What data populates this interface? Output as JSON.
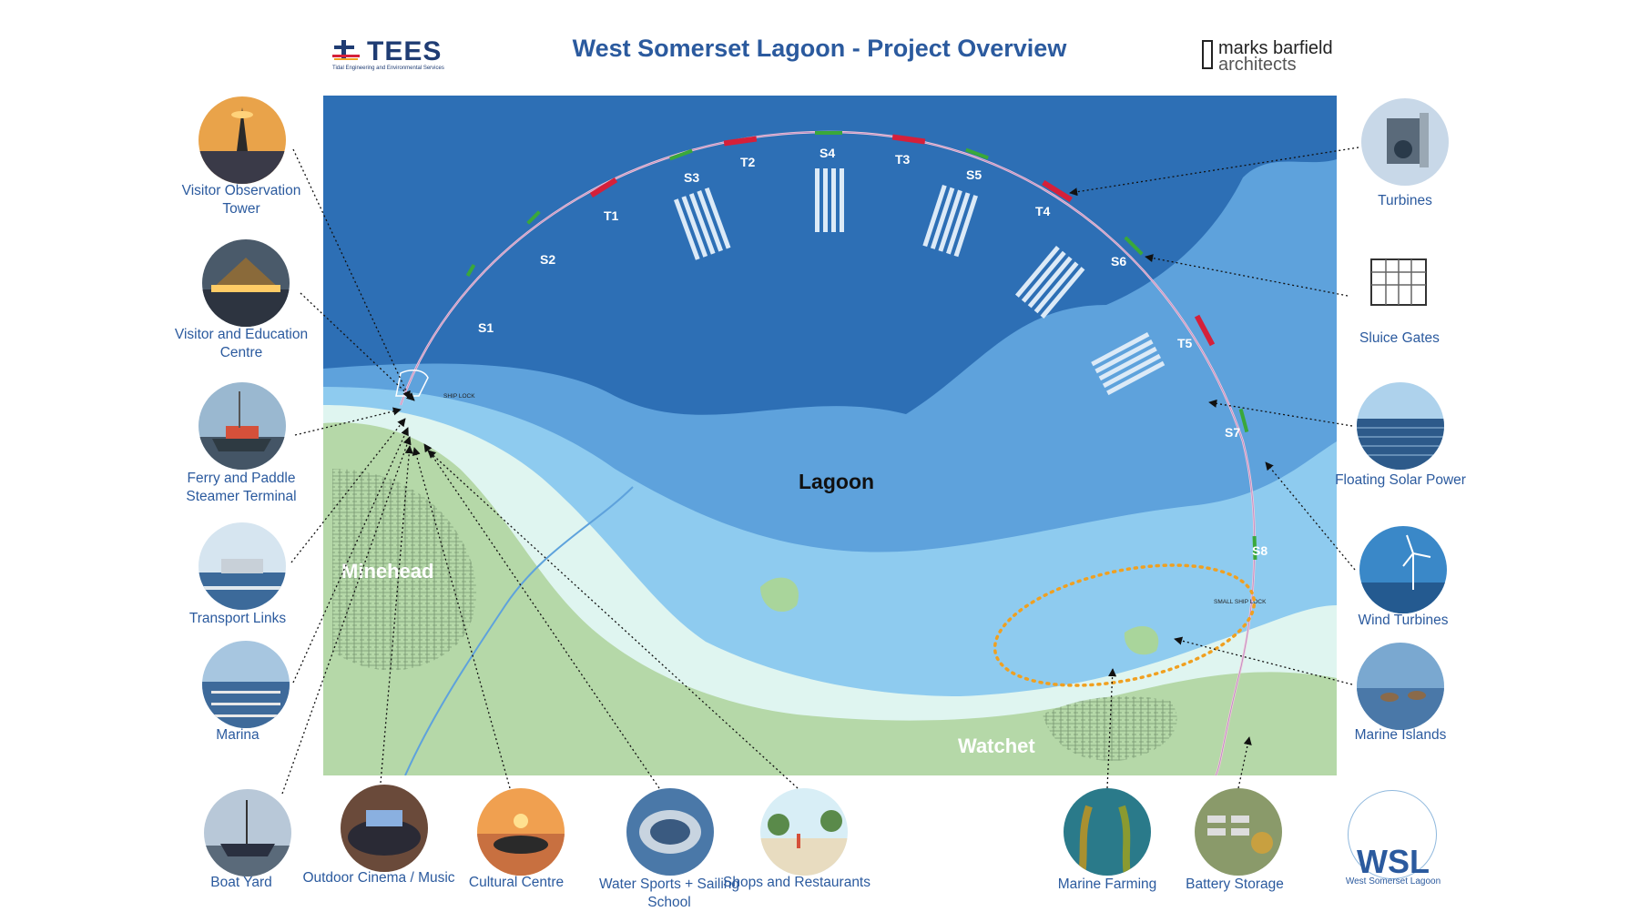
{
  "header": {
    "title": "West Somerset Lagoon - Project Overview",
    "tees_logo": "TEES",
    "tees_tagline": "Tidal Engineering and Environmental Services",
    "architect_logo_line1": "marks barfield",
    "architect_logo_line2": "architects"
  },
  "map": {
    "lagoon_label": "Lagoon",
    "town_left": "Minehead",
    "town_right": "Watchet",
    "ship_lock": "SHIP LOCK",
    "small_ship_lock": "SMALL SHIP LOCK",
    "sluices": [
      "S1",
      "S2",
      "S3",
      "S4",
      "S5",
      "S6",
      "S7",
      "S8"
    ],
    "turbines": [
      "T1",
      "T2",
      "T3",
      "T4",
      "T5"
    ]
  },
  "features": [
    {
      "id": "visitor-observation-tower",
      "label": "Visitor Observation Tower"
    },
    {
      "id": "visitor-education-centre",
      "label": "Visitor and Education Centre"
    },
    {
      "id": "ferry-terminal",
      "label": "Ferry and Paddle Steamer Terminal"
    },
    {
      "id": "transport-links",
      "label": "Transport Links"
    },
    {
      "id": "marina",
      "label": "Marina"
    },
    {
      "id": "boat-yard",
      "label": "Boat Yard"
    },
    {
      "id": "outdoor-cinema",
      "label": "Outdoor Cinema / Music"
    },
    {
      "id": "cultural-centre",
      "label": "Cultural Centre"
    },
    {
      "id": "water-sports",
      "label": "Water Sports + Sailing School"
    },
    {
      "id": "shops-restaurants",
      "label": "Shops and Restaurants"
    },
    {
      "id": "marine-farming",
      "label": "Marine Farming"
    },
    {
      "id": "battery-storage",
      "label": "Battery Storage"
    },
    {
      "id": "turbines",
      "label": "Turbines"
    },
    {
      "id": "sluice-gates",
      "label": "Sluice Gates"
    },
    {
      "id": "floating-solar",
      "label": "Floating Solar Power"
    },
    {
      "id": "wind-turbines",
      "label": "Wind Turbines"
    },
    {
      "id": "marine-islands",
      "label": "Marine Islands"
    }
  ],
  "wsl_logo": {
    "word": "WSL",
    "subtitle": "West Somerset Lagoon"
  },
  "colors": {
    "title_blue": "#2b5a9e",
    "deep_sea": "#2d6fb5",
    "mid_sea": "#4a8fd0",
    "shallow": "#7fc0ea",
    "land": "#b5d8a8",
    "turbine_red": "#d5203a",
    "sluice_green": "#3aa83a",
    "highlight_orange": "#f0a020"
  }
}
